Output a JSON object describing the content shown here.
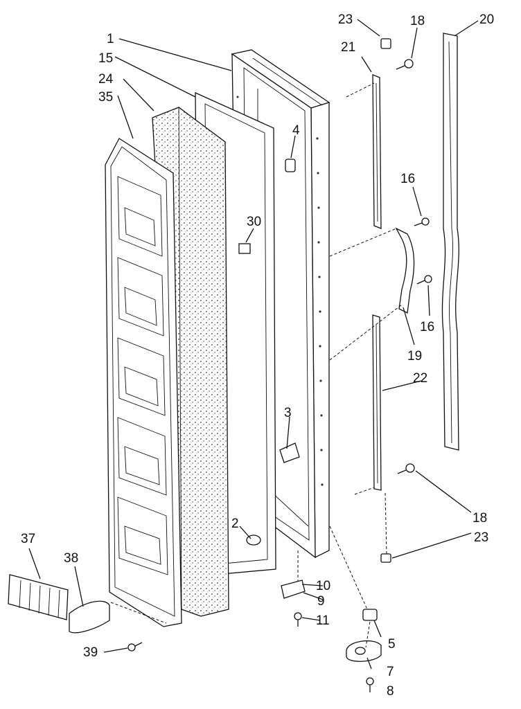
{
  "diagram": {
    "labels": {
      "p1": "1",
      "p15": "15",
      "p24": "24",
      "p35": "35",
      "p4": "4",
      "p30": "30",
      "p2": "2",
      "p3": "3",
      "p10": "10",
      "p9": "9",
      "p11": "11",
      "p5": "5",
      "p7": "7",
      "p8": "8",
      "p37": "37",
      "p38": "38",
      "p39": "39",
      "p23a": "23",
      "p18a": "18",
      "p21": "21",
      "p20": "20",
      "p16a": "16",
      "p16b": "16",
      "p19": "19",
      "p22": "22",
      "p18b": "18",
      "p23b": "23"
    }
  }
}
